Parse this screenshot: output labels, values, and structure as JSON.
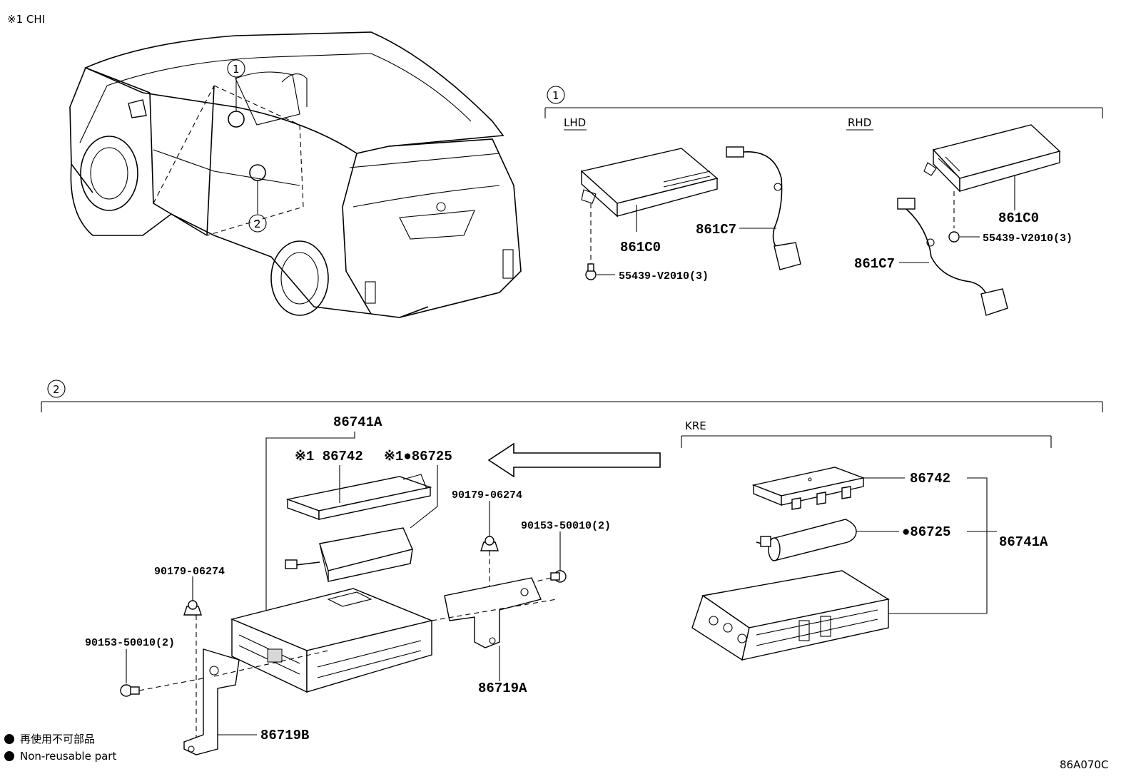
{
  "header_note": "※1 CHI",
  "callouts": {
    "one": "1",
    "two": "2"
  },
  "section1": {
    "lhd": "LHD",
    "rhd": "RHD",
    "lhd_module": "861C0",
    "lhd_harness": "861C7",
    "lhd_screw": "55439-V2010(3)",
    "rhd_module": "861C0",
    "rhd_harness": "861C7",
    "rhd_screw": "55439-V2010(3)"
  },
  "section2": {
    "assembly": "86741A",
    "cover": "※1 86742",
    "battery": "※1●86725",
    "nut_left": "90179-06274",
    "bolt_left": "90153-50010(2)",
    "nut_right": "90179-06274",
    "bolt_right": "90153-50010(2)",
    "bracket_a": "86719A",
    "bracket_b": "86719B",
    "kre": "KRE",
    "kre_cover": "86742",
    "kre_battery": "●86725",
    "kre_assembly": "86741A"
  },
  "legend": {
    "jp": "再使用不可部品",
    "en": "Non-reusable part"
  },
  "figure_code": "86A070C"
}
